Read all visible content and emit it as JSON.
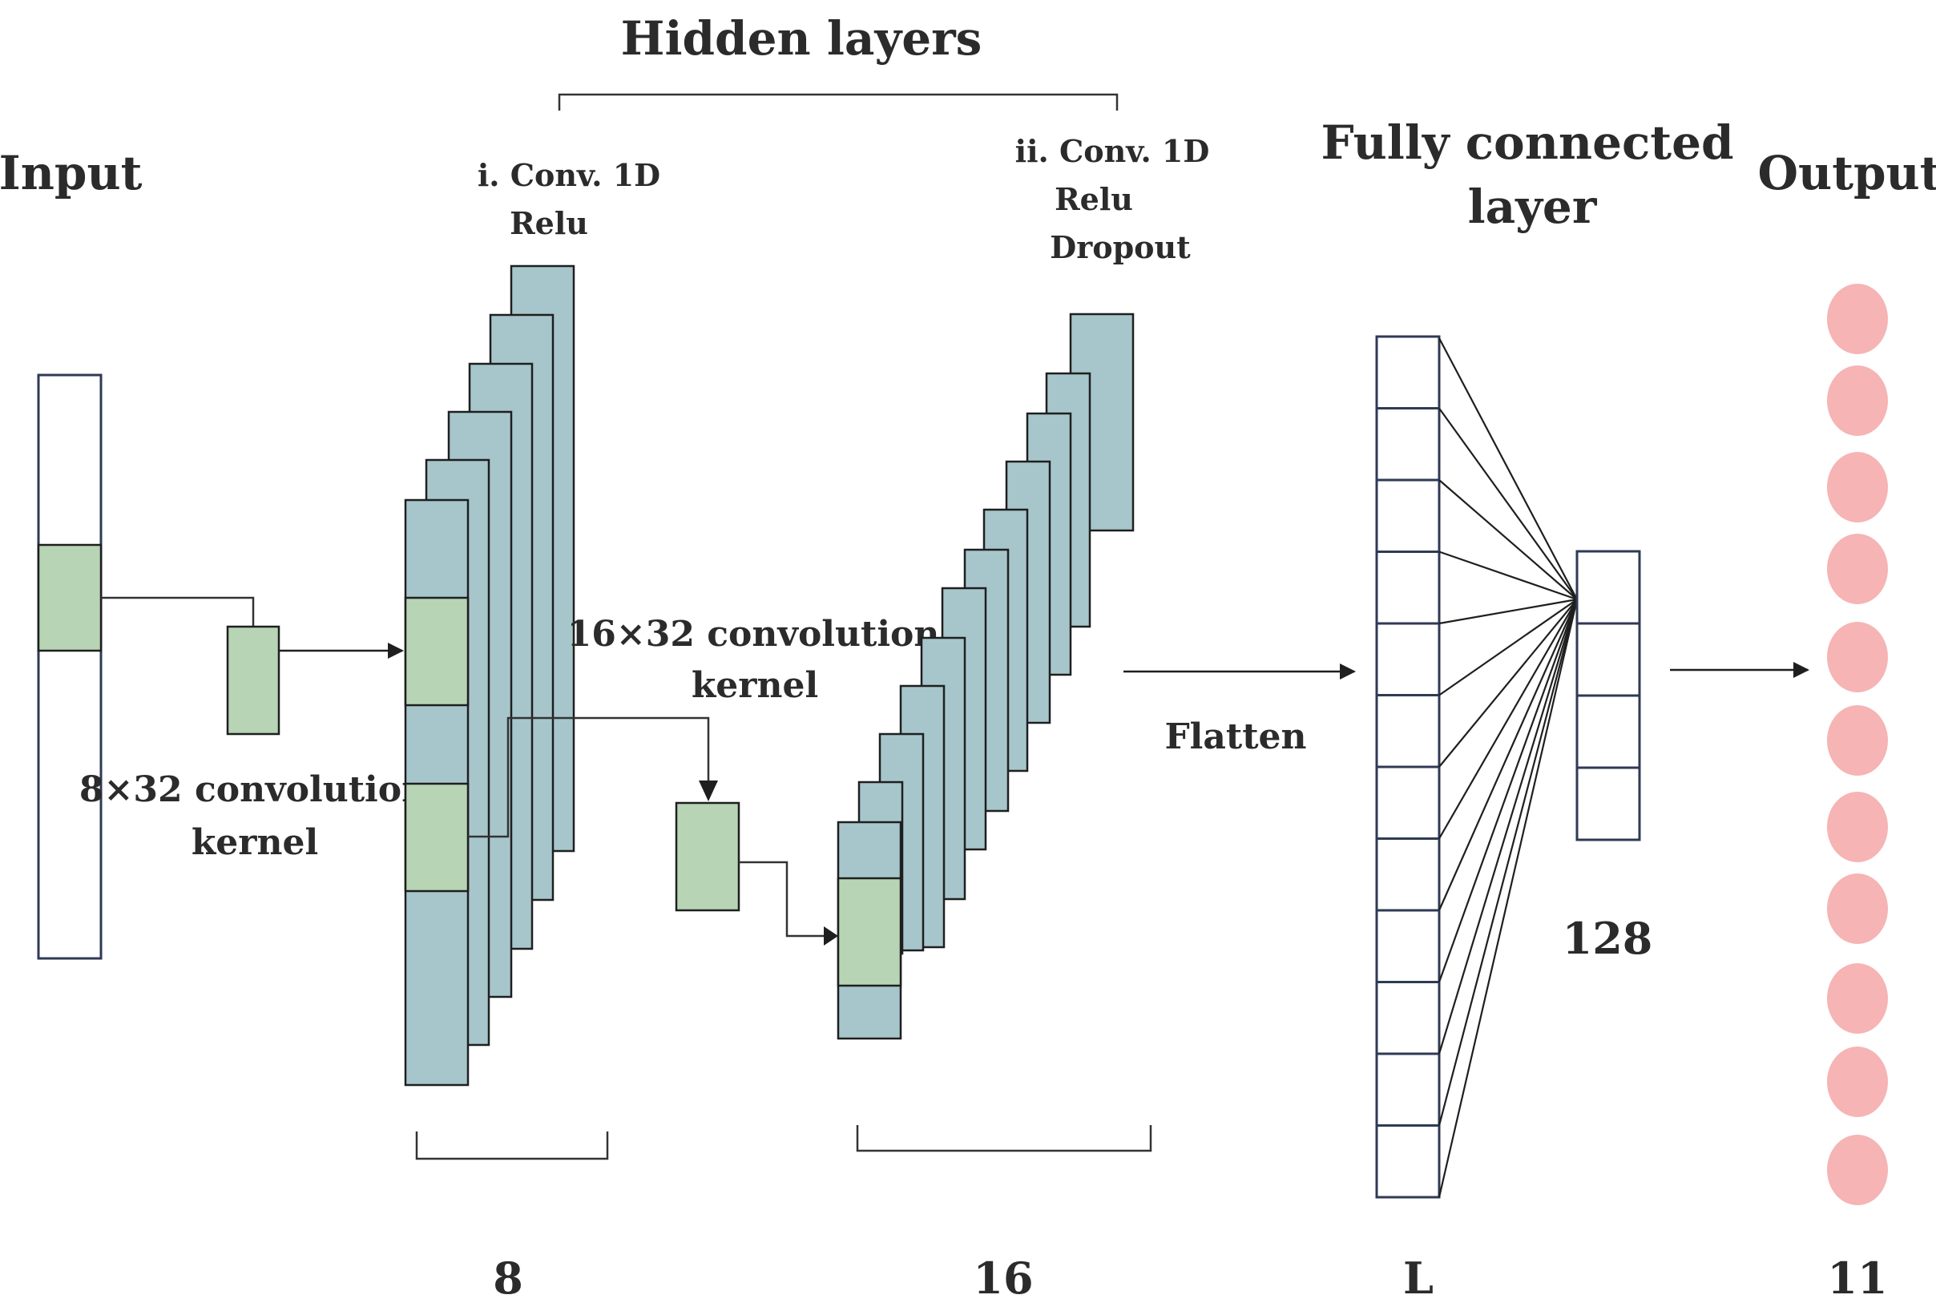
{
  "colors": {
    "feature_map": "#a7c6cc",
    "kernel": "#b7d4b4",
    "output_node": "#f6b4b4",
    "line": "#333333",
    "background": "#ffffff"
  },
  "labels": {
    "hidden_layers": "Hidden layers",
    "input": "Input",
    "conv1_line1": "i. Conv. 1D",
    "conv1_line2": "Relu",
    "conv2_line1": "ii. Conv. 1D",
    "conv2_line2": "Relu",
    "conv2_line3": "Dropout",
    "fc_line1": "Fully connected",
    "fc_line2": "layer",
    "output": "Output",
    "kernel1_line1": "8×32 convolution",
    "kernel1_line2": "kernel",
    "kernel2_line1": "16×32 convolution",
    "kernel2_line2": "kernel",
    "flatten": "Flatten",
    "count_conv1": "8",
    "count_conv2": "16",
    "count_flatten": "L",
    "count_dense": "128",
    "count_output": "11"
  }
}
